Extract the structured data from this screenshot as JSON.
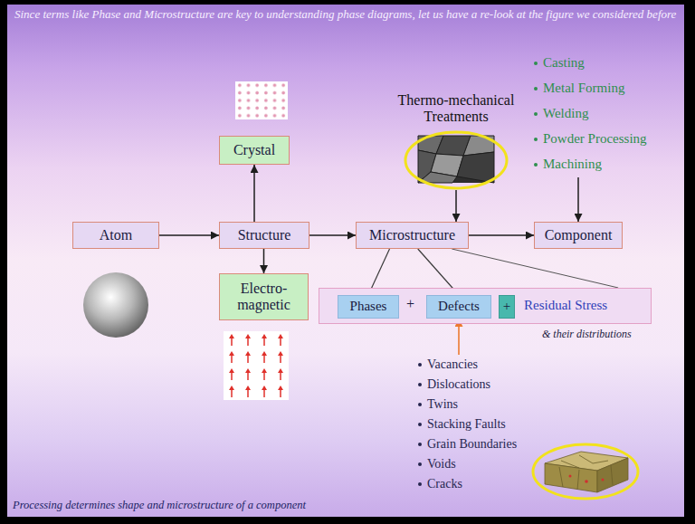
{
  "diagram": {
    "title": "Since terms like Phase and Microstructure are key to understanding phase diagrams, let us have a re-look at the figure we considered before",
    "caption": "Processing determines shape and microstructure of a component",
    "nodes": [
      {
        "text": [
          "Thermo-mechanical Treatments"
        ]
      },
      {
        "text": [
          "Casting",
          "Metal Forming",
          "Welding",
          "Powder Processing",
          "Machining"
        ]
      },
      {
        "text": [
          "Crystal"
        ]
      },
      {
        "text": [
          "Atom"
        ]
      },
      {
        "text": [
          "Structure"
        ]
      },
      {
        "text": [
          "Microstructure"
        ]
      },
      {
        "text": [
          "Component"
        ]
      },
      {
        "text": [
          "Electro- magnetic"
        ]
      },
      {
        "text": [
          "+",
          "Residual Stress",
          "& their distributions"
        ]
      },
      {
        "text": [
          "Phases"
        ],
        "in": 8
      },
      {
        "text": [
          "Defects"
        ],
        "in": 8
      },
      {
        "text": [
          "+"
        ],
        "in": 8
      },
      {
        "text": [
          "Vacancies",
          "Dislocations",
          "Twins",
          "Stacking Faults",
          "Grain Boundaries",
          "Voids",
          "Cracks"
        ]
      }
    ],
    "edges": [
      {
        "from": 3,
        "to": 4,
        "arrow": "to"
      },
      {
        "from": 4,
        "to": 2,
        "arrow": "to"
      },
      {
        "from": 4,
        "to": 7,
        "arrow": "to"
      },
      {
        "from": 4,
        "to": 5,
        "arrow": "to"
      },
      {
        "from": 5,
        "to": 6,
        "arrow": "to"
      },
      {
        "from": 0,
        "to": 5,
        "arrow": "to"
      },
      {
        "from": 1,
        "to": 6,
        "arrow": "to"
      },
      {
        "from": 5,
        "to": 9,
        "arrow": "none"
      },
      {
        "from": 5,
        "to": 10,
        "arrow": "none"
      },
      {
        "from": 5,
        "to": 8,
        "arrow": "none"
      },
      {
        "from": 12,
        "to": 10,
        "arrow": "to"
      }
    ]
  }
}
